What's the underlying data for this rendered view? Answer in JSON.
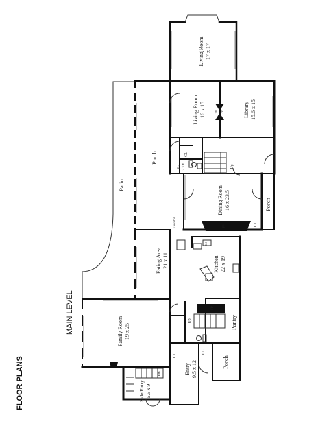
{
  "header": {
    "title": "FLOOR PLANS",
    "level": "MAIN LEVEL"
  },
  "rooms": {
    "living_room_1": {
      "name": "Living Room",
      "size": "17 x 17"
    },
    "living_room_2": {
      "name": "Living Room",
      "size": "16 x 15"
    },
    "library": {
      "name": "Library",
      "size": "15.6 x 15"
    },
    "dining_room": {
      "name": "Dining Room",
      "size": "16 x 23.5"
    },
    "kitchen": {
      "name": "Kitchen",
      "size": "22 x 19"
    },
    "eating_area": {
      "name": "Eating Area",
      "size": "21 x 11"
    },
    "family_room": {
      "name": "Family Room",
      "size": "19 x 25"
    },
    "entry": {
      "name": "Entry",
      "size": "9.5 x 12"
    },
    "side_entry": {
      "name": "Side Entry",
      "size": "5.5 x 9"
    },
    "bath": {
      "name": "Ba",
      "size": "3 x 6"
    }
  },
  "labels": {
    "patio": "Patio",
    "porch": "Porch",
    "pantry": "Pantry",
    "closet": "CL",
    "fireplace": "FP",
    "elevator": "Elevator",
    "up": "Up",
    "down": "Dn",
    "refrigerator": "Ref"
  }
}
